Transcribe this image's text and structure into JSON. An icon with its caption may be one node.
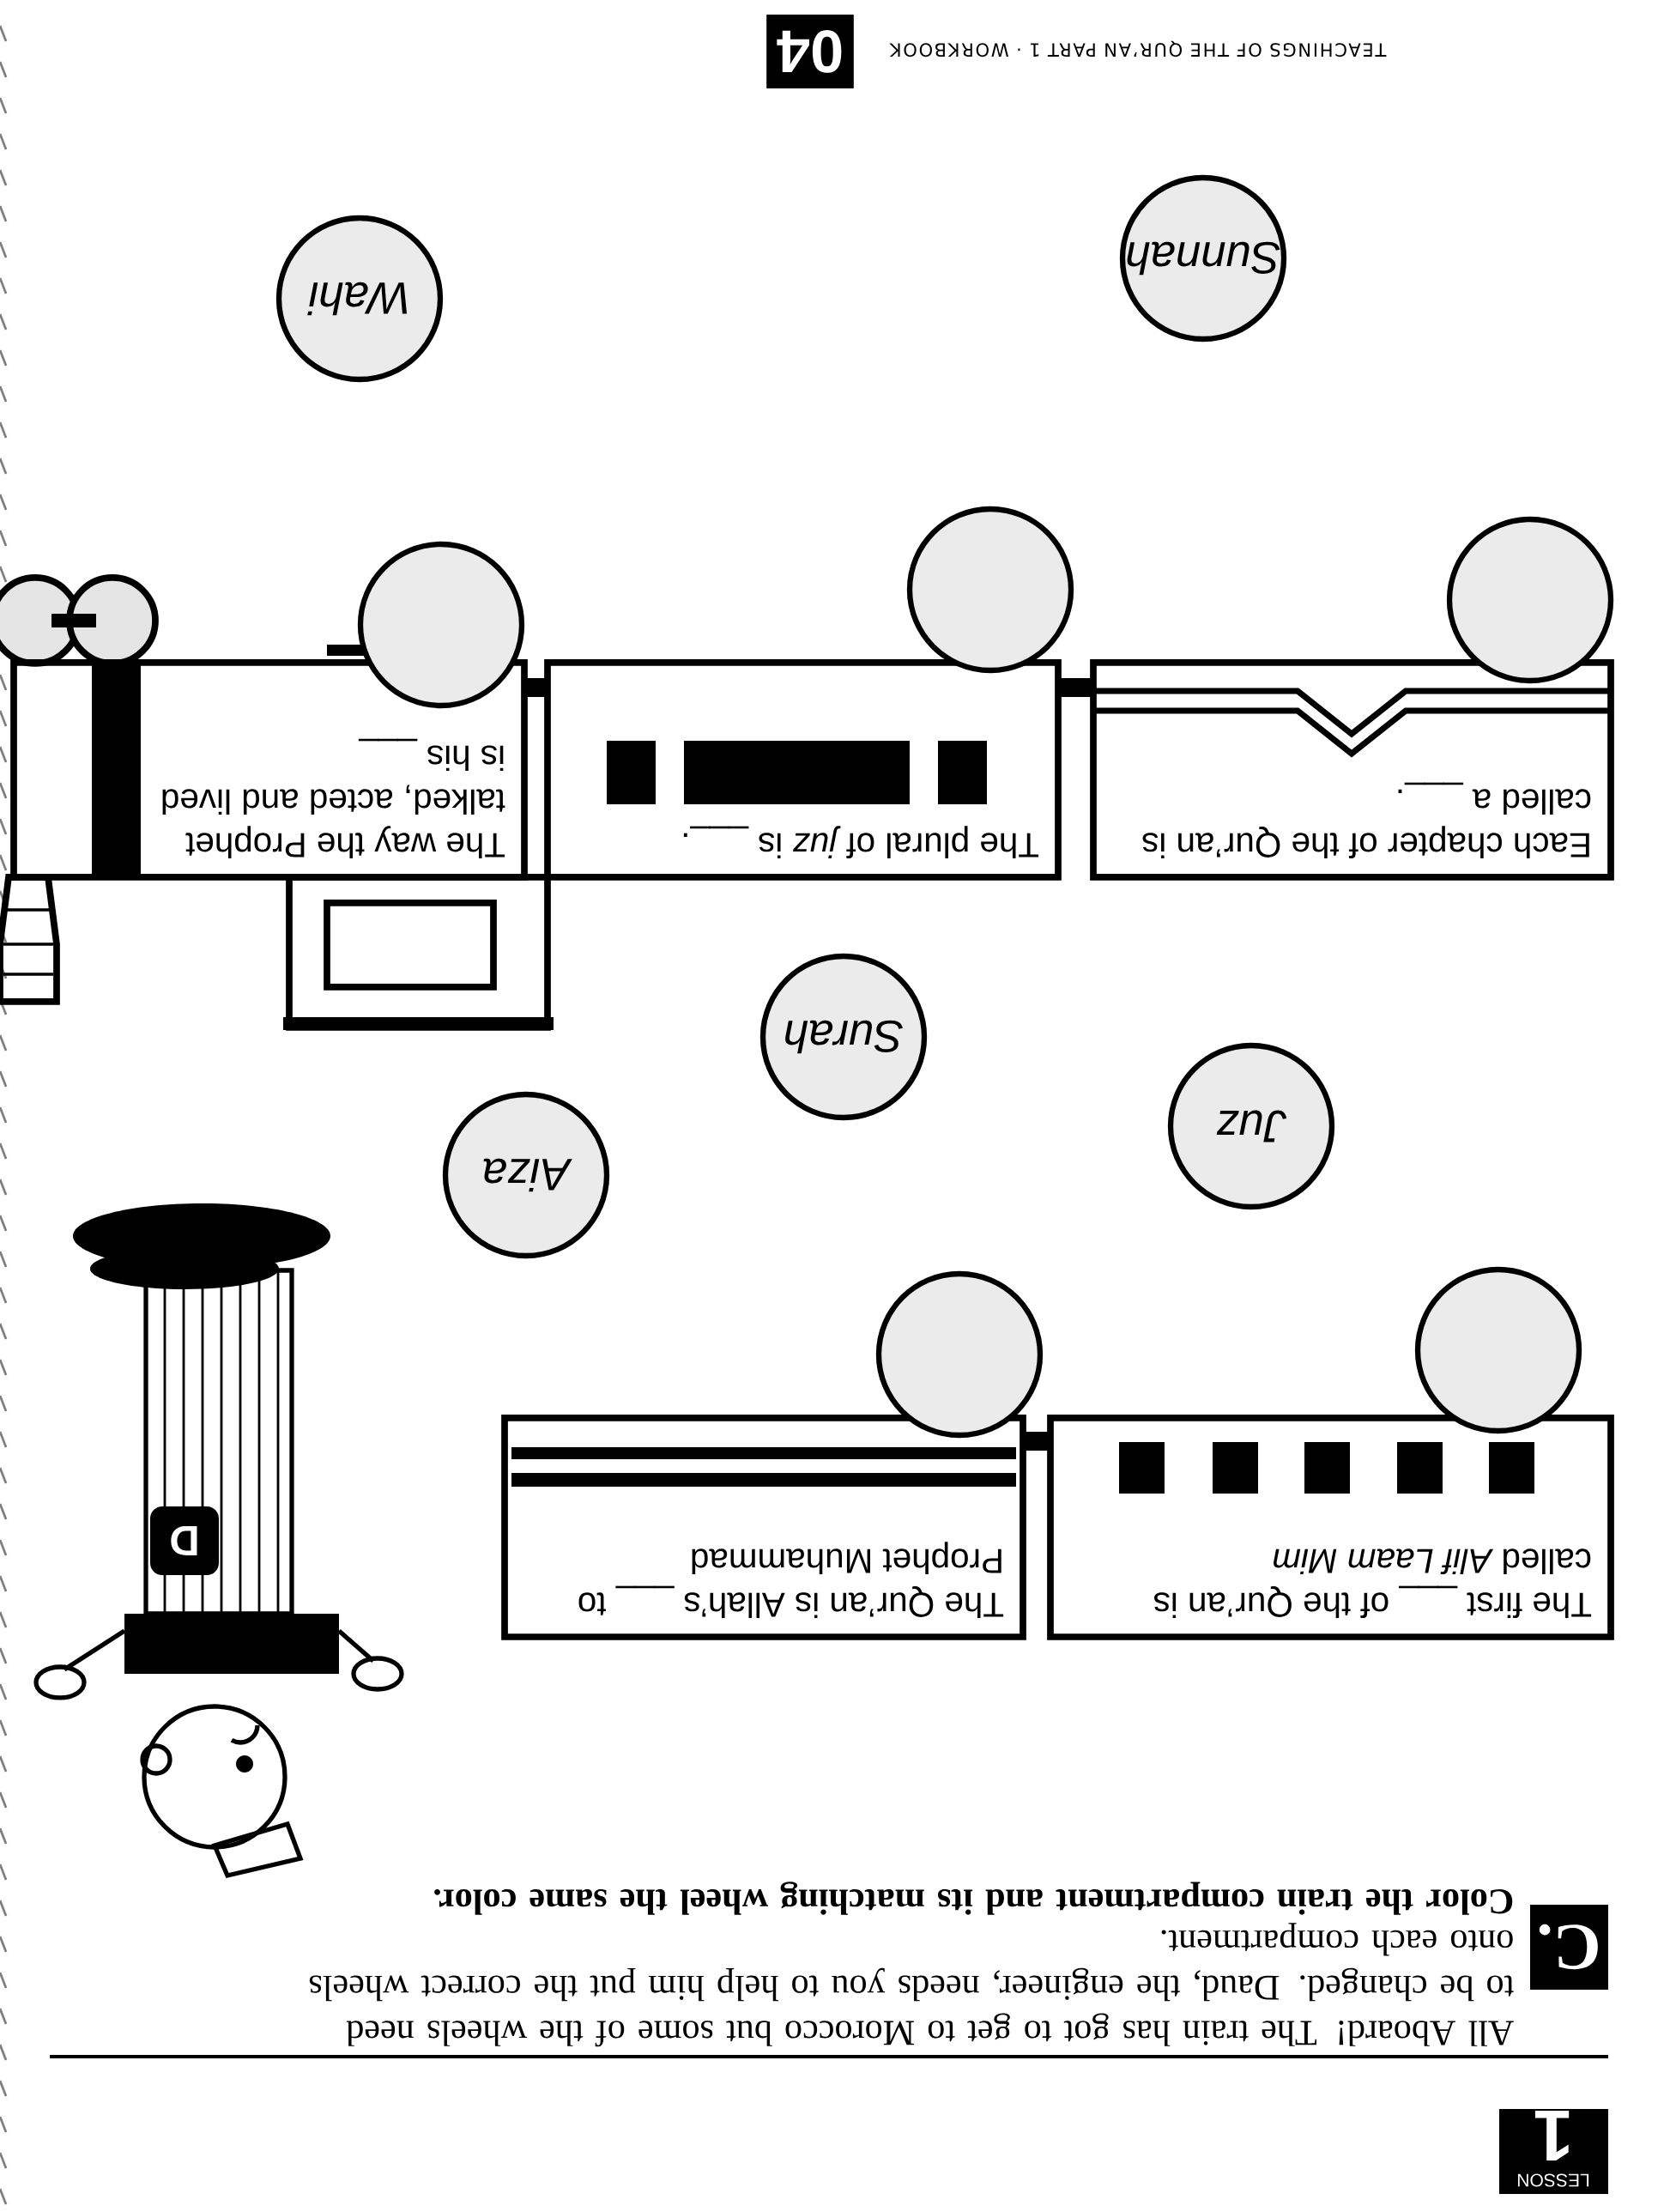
{
  "diagram": {
    "nodes": [
      {
        "text": [
          "The first ___ of the Qur’an is called *Alif Laam Mim*"
        ]
      },
      {
        "text": [],
        "shape": "circle"
      },
      {
        "text": [
          "The Qur’an is Allah’s ___ to Prophet Muhammad"
        ]
      },
      {
        "text": [],
        "shape": "circle"
      },
      {
        "text": [
          "Aiza"
        ]
      },
      {
        "text": [
          "Juz"
        ]
      },
      {
        "text": [
          "Surah"
        ]
      },
      {
        "text": [
          "Each chapter of the Qur’an is called a ___."
        ]
      },
      {
        "text": [],
        "shape": "circle"
      },
      {
        "text": [
          "The plural of *juz* is ___."
        ]
      },
      {
        "text": [],
        "shape": "circle"
      },
      {
        "text": [
          "The way the Prophet talked, acted and lived is his ___"
        ]
      },
      {
        "text": [],
        "shape": "circle"
      },
      {
        "text": [
          "Sunnah"
        ]
      },
      {
        "text": [
          "Wahi"
        ]
      }
    ],
    "labels": [
      "LESSON",
      "1",
      "C.",
      "All Aboard! The train has got to get to Morocco but some of the wheels need to be changed. Daud, the engineer, needs you to help him put the correct wheels onto each compartment.",
      "Color the train compartment and its matching wheel the same color.",
      "D",
      "TEACHINGS OF THE QUR’AN PART 1 · WORKBOOK",
      "04"
    ]
  }
}
